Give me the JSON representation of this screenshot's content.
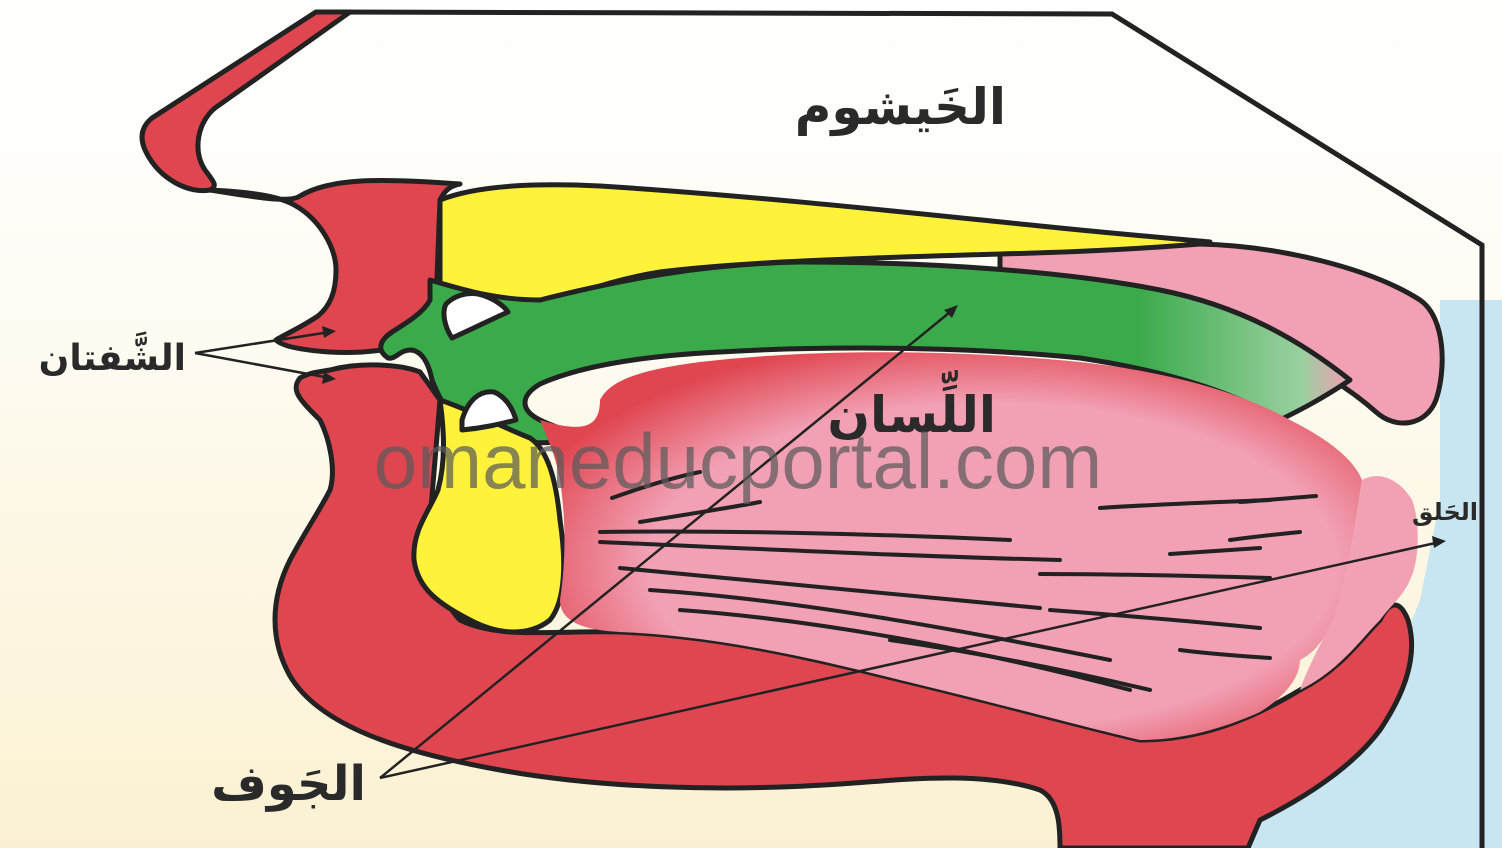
{
  "labels": {
    "nasal_cavity": "الخَيشوم",
    "lips": "الشَّفتان",
    "tongue": "اللِّسان",
    "throat": "الحَلق",
    "oral_cavity": "الجَوف"
  },
  "watermark": "omaneducportal.com",
  "colors": {
    "red": "#e04650",
    "pink": "#f2a0b4",
    "yellow": "#fff23a",
    "green": "#3aaa4a",
    "blue": "#c8e6f2",
    "background": "#fdf6e4",
    "outline": "#222222"
  }
}
